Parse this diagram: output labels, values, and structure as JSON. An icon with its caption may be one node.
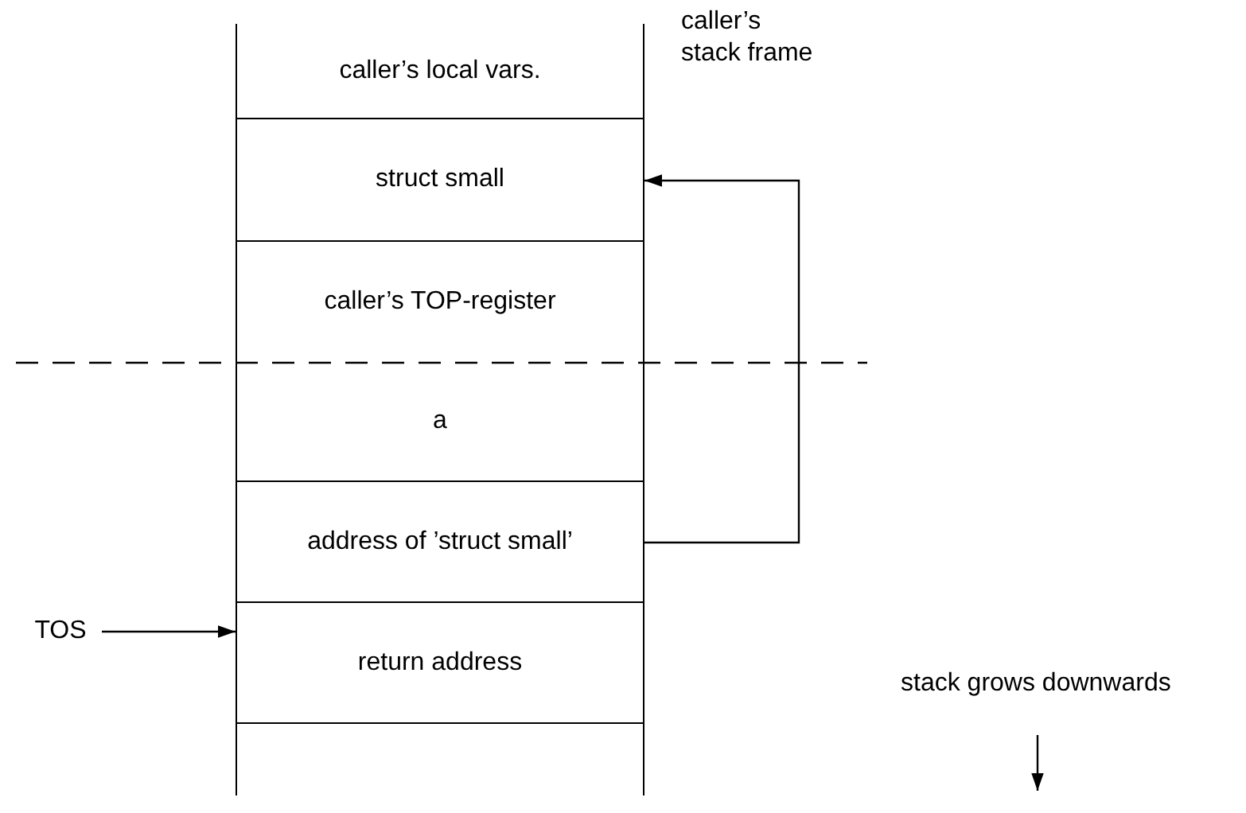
{
  "diagram": {
    "nodes": [
      {
        "text": [
          "caller’s local vars."
        ]
      },
      {
        "text": [
          "struct small"
        ]
      },
      {
        "text": [
          "caller’s TOP-register"
        ]
      },
      {
        "text": [
          "a"
        ]
      },
      {
        "text": [
          "address of ’struct small’"
        ]
      },
      {
        "text": [
          "return address"
        ]
      },
      {
        "text": [],
        "shape": "box"
      },
      {
        "text": [
          "TOS"
        ]
      }
    ],
    "edges": [
      {
        "from": 7,
        "to": 5,
        "arrow": "to"
      },
      {
        "from": 4,
        "to": 1,
        "arrow": "to"
      }
    ],
    "labels": [
      "caller’s stack frame",
      "stack grows downwards"
    ]
  }
}
